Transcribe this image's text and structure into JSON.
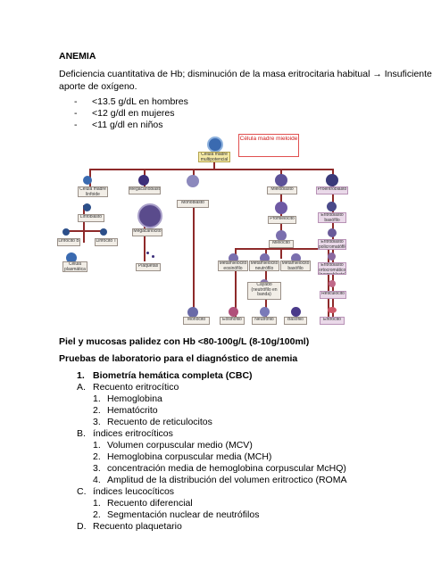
{
  "heading": "ANEMIA",
  "definition_line1": "Deficiencia cuantitativa de Hb; disminución de la masa eritrocitaria habitual → Insuficiente",
  "definition_line2": "aporte de oxígeno.",
  "thresholds": [
    "<13.5 g/dL en hombres",
    "<12 g/dl en mujeres",
    "<11 g/dl en niños"
  ],
  "diagram": {
    "callout": "Célula madre mieloide",
    "stem": "Célula madre multipotencial",
    "lymphoid_root": "Célula madre linfoide",
    "labels": {
      "megacarioblasto": "Megacarioblasto",
      "monoblasto": "Monoblasto",
      "mieloblasto": "Mieloblasto",
      "proeritroblasto": "Proeritroblasto",
      "linfoblasto": "Linfoblasto",
      "linfocito_b": "Linfocito B",
      "linfocito_t": "Linfocito T",
      "megacariocito": "Megacariocito",
      "promielocito": "Promielocito",
      "eritroblasto_basofilo": "Eritroblasto basófilo",
      "celula_plasmatica": "Célula plasmática",
      "plaquetas": "Plaquetas",
      "mielocito": "Mielocito",
      "eritroblasto_policromatofilo": "Eritroblasto policromatófilo",
      "meta_eosinofilo": "Metamielocito eosinófilo",
      "meta_neutrofilo": "Metamielocito neutrófilo",
      "meta_basofilo": "Metamielocito basófilo",
      "eritroblasto_ortocromatico": "Eritroblasto ortocromático (normoblasto)",
      "cayado": "Cayado (neutrófilo en banda)",
      "reticulocito": "Reticulocito",
      "monocito": "Monocito",
      "eosinofilo": "Eosinófilo",
      "neutrofilo": "Neutrófilo",
      "basofilo": "Basófilo",
      "eritrocito": "Eritrocito"
    }
  },
  "clinical": "Piel y mucosas palidez con Hb <80-100g/L (8-10g/100ml)",
  "labs_title": "Pruebas de laboratorio para el diagnóstico de anemia",
  "section1": {
    "num": "1.",
    "title": "Biometría hemática completa (CBC)"
  },
  "A": {
    "letter": "A.",
    "title": "Recuento eritrocítico",
    "items": [
      "Hemoglobina",
      "Hematócrito",
      "Recuento de reticulocitos"
    ]
  },
  "B": {
    "letter": "B.",
    "title": "índices eritrocíticos",
    "items": [
      "Volumen corpuscular medio (MCV)",
      "Hemoglobina corpuscular media (MCH)",
      "concentración media de hemoglobina corpuscular McHQ)",
      "Amplitud de la distribución del volumen eritroctico (ROMA"
    ]
  },
  "C": {
    "letter": "C.",
    "title": "índices leucocíticos",
    "items": [
      "Recuento diferencial",
      "Segmentación nuclear de neutrófilos"
    ]
  },
  "D": {
    "letter": "D.",
    "title": "Recuento plaquetario"
  },
  "colors": {
    "line": "#8e2a2a",
    "callout": "#d01818",
    "cell_purple": "#3c2f7a"
  }
}
